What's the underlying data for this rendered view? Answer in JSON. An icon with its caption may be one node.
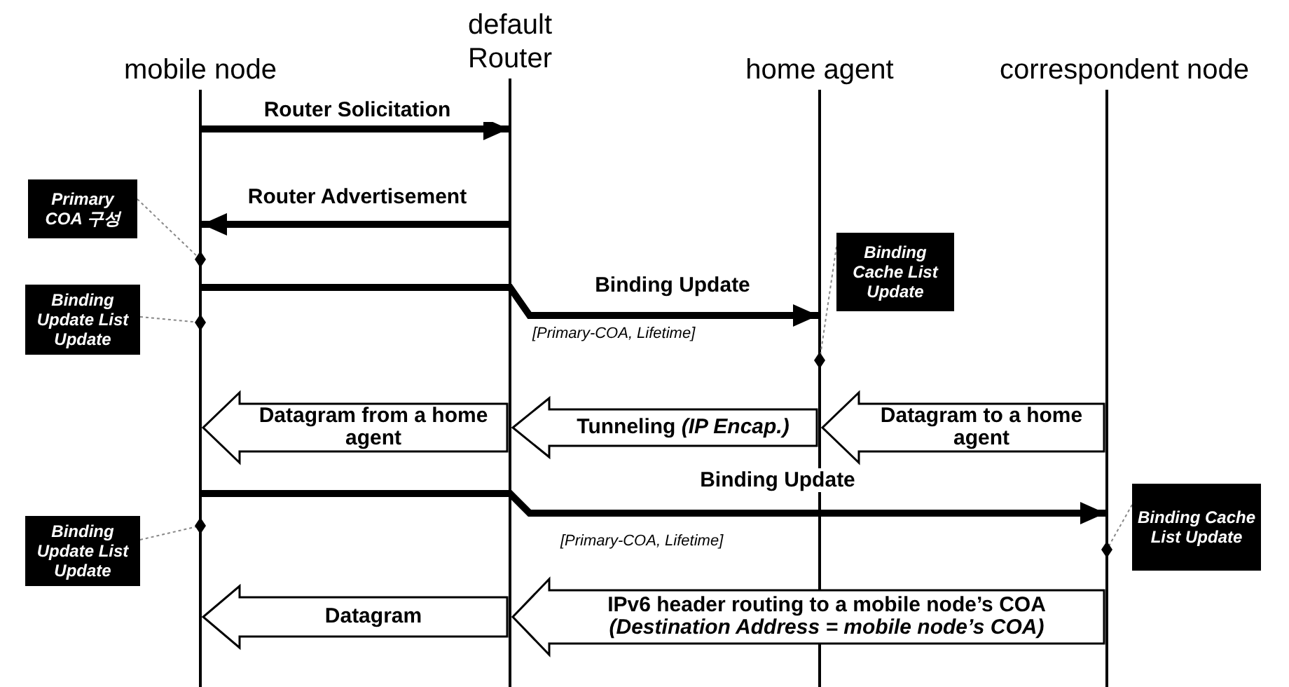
{
  "diagram": {
    "nodes": [
      {
        "text": [
          "mobile node"
        ]
      },
      {
        "text": [
          "default Router"
        ]
      },
      {
        "text": [
          "home agent"
        ]
      },
      {
        "text": [
          "correspondent node"
        ]
      },
      {
        "text": [
          "Primary COA 구성"
        ]
      },
      {
        "text": [
          "Binding Update List Update"
        ]
      },
      {
        "text": [
          "Binding Cache List Update"
        ]
      },
      {
        "text": [
          "Binding Update List Update"
        ]
      },
      {
        "text": [
          "Binding Cache List Update"
        ]
      }
    ],
    "edges": [
      {
        "from": 0,
        "to": 1,
        "arrow": "to",
        "label": "Router Solicitation",
        "style": "thick",
        "color": "#000000"
      },
      {
        "from": 1,
        "to": 0,
        "arrow": "to",
        "label": "Router Advertisement",
        "style": "thick",
        "color": "#000000"
      },
      {
        "from": 4,
        "to": 0,
        "arrow": "other",
        "style": "dashed",
        "color": "#888888"
      },
      {
        "from": 0,
        "to": 2,
        "arrow": "to",
        "label": "Binding Update",
        "style": "thick",
        "color": "#000000"
      },
      {
        "from": 5,
        "to": 0,
        "arrow": "other",
        "style": "dashed",
        "color": "#888888"
      },
      {
        "from": 6,
        "to": 2,
        "arrow": "other",
        "style": "dashed",
        "color": "#888888"
      },
      {
        "from": 3,
        "to": 2,
        "arrow": "to",
        "label": "Datagram to a home agent"
      },
      {
        "from": 2,
        "to": 1,
        "arrow": "to",
        "label": "Tunneling *(IP Encap.)*"
      },
      {
        "from": 1,
        "to": 0,
        "arrow": "to",
        "label": "Datagram from a home agent"
      },
      {
        "from": 0,
        "to": 3,
        "arrow": "to",
        "label": "Binding Update",
        "style": "thick",
        "color": "#000000"
      },
      {
        "from": 7,
        "to": 0,
        "arrow": "other",
        "style": "dashed",
        "color": "#888888"
      },
      {
        "from": 8,
        "to": 3,
        "arrow": "other",
        "style": "dashed",
        "color": "#888888"
      },
      {
        "from": 3,
        "to": 1,
        "arrow": "to",
        "label": "IPv6 header routing to a mobile node’s COA *(Destination Address = mobile node’s COA)*"
      },
      {
        "from": 1,
        "to": 0,
        "arrow": "to",
        "label": "Datagram"
      }
    ],
    "labels": [
      "[Primary-COA, Lifetime]",
      "[Primary-COA, Lifetime]"
    ]
  }
}
